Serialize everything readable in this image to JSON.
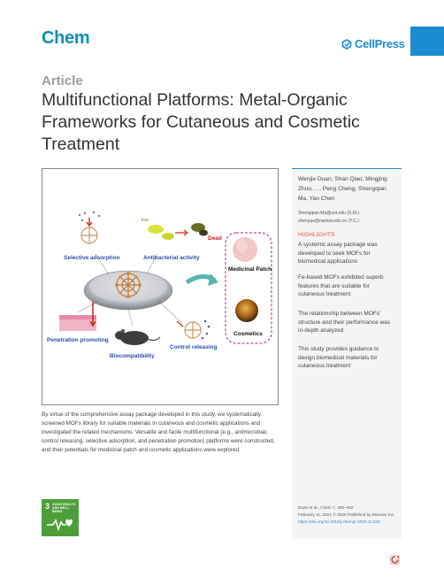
{
  "header": {
    "journal": "Chem",
    "publisher": "CellPress"
  },
  "article": {
    "type": "Article",
    "title": "Multifunctional Platforms: Metal-Organic Frameworks for Cutaneous and Cosmetic Treatment"
  },
  "figure": {
    "labels": {
      "selective_adsorption": "Selective adsorption",
      "antibacterial": "Antibacterial activity",
      "live": "live",
      "dead": "Dead",
      "medicinal_patch": "Medicinal Patch",
      "penetration": "Penetration promoting",
      "biocompatibility": "Biocompatibility",
      "control_releasing": "Control releasing",
      "cosmetics": "Cosmetics"
    }
  },
  "summary": "By virtue of the comprehensive assay package developed in this study, we systematically screened MOFs library for suitable materials in cutaneous and cosmetic applications and investigated the related mechanisms. Versatile and facile multifunctional (e.g., antimicrobial, control releasing, selective adsorption, and penetration promotion) platforms were constructed, and their potentials for medicinal patch and cosmetic applications were explored.",
  "sidebar": {
    "authors": "Wenjie Duan, Shan Qiao, Mingjing Zhuo, ..., Peng Cheng, Shengqian Ma, Yao Chen",
    "emails": [
      "Shengqian.Ma@unt.edu (S.M.)",
      "chenyao@nankai.edu.cn (Y.C.)"
    ],
    "highlights_title": "HIGHLIGHTS",
    "highlights": [
      "A systemic assay package was developed to seek MOFs for biomedical applications",
      "Fe-based MOFs exhibited superb features that are suitable for cutaneous treatment",
      "The relationship between MOFs' structure and their performance was in-depth analyzed",
      "This study provides guidance to design biomedical materials for cutaneous treatment"
    ],
    "citation": {
      "line1": "Duan et al., Chem 7, 450–462",
      "line2": "February 11, 2021 © 2020 Published by Elsevier Inc.",
      "doi": "https://doi.org/10.1016/j.chempr.2020.11.018"
    }
  },
  "sdg": {
    "number": "3",
    "text": "GOOD HEALTH AND WELL-BEING"
  },
  "colors": {
    "journal_blue": "#0a8fb8",
    "cellpress_blue": "#1a8ccf",
    "highlight_red": "#e34b3a",
    "sdg_green": "#4c9f38"
  }
}
